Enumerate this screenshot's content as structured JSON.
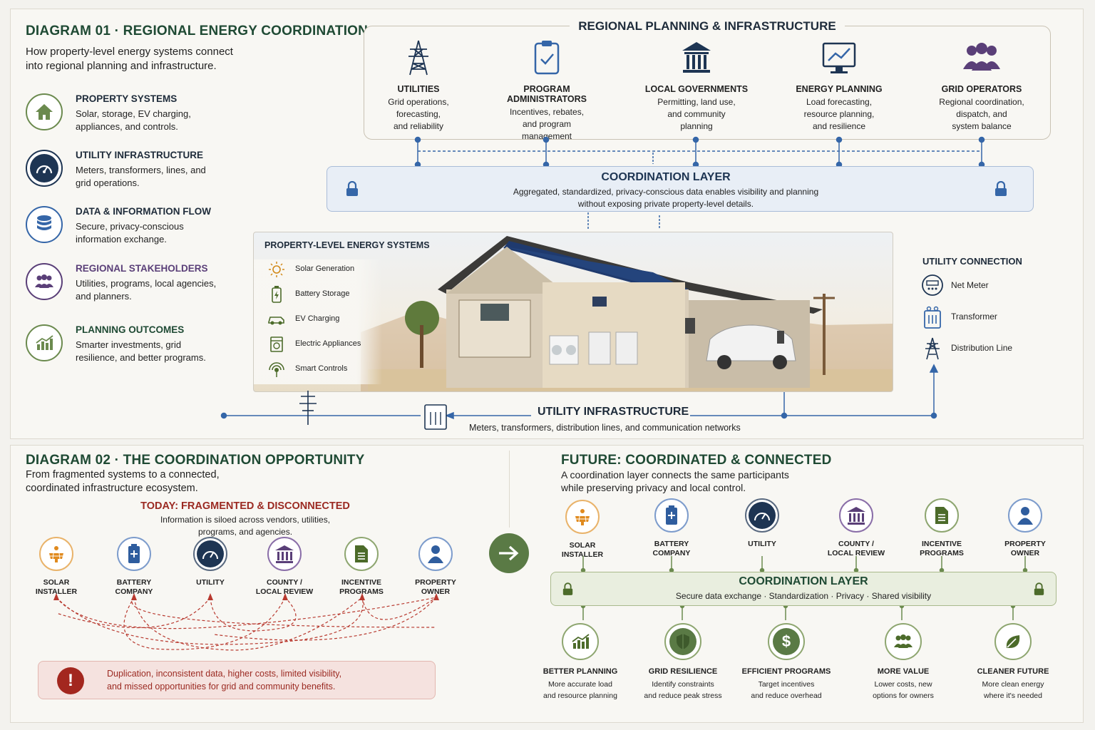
{
  "d1": {
    "title": "DIAGRAM 01 · REGIONAL ENERGY COORDINATION",
    "subtitle_1": "How property-level energy systems connect",
    "subtitle_2": "into regional planning and infrastructure."
  },
  "legend": [
    {
      "title": "PROPERTY SYSTEMS",
      "desc": "Solar, storage, EV charging, appliances, and controls.",
      "icon": "house-icon",
      "color": "#6b8a4e"
    },
    {
      "title": "UTILITY INFRASTRUCTURE",
      "desc": "Meters, transformers, lines, and grid operations.",
      "icon": "gauge-icon",
      "color": "#1e3553"
    },
    {
      "title": "DATA & INFORMATION FLOW",
      "desc": "Secure, privacy-conscious information exchange.",
      "icon": "database-icon",
      "color": "#3566a8"
    },
    {
      "title": "REGIONAL STAKEHOLDERS",
      "desc": "Utilities, programs, local agencies, and planners.",
      "icon": "people-icon",
      "color": "#5a3f78"
    },
    {
      "title": "PLANNING OUTCOMES",
      "desc": "Smarter investments, grid resilience, and better programs.",
      "icon": "chart-icon",
      "color": "#6b8a4e"
    }
  ],
  "regional": {
    "title": "REGIONAL PLANNING & INFRASTRUCTURE",
    "cols": [
      {
        "title": "UTILITIES",
        "desc": [
          "Grid operations,",
          "forecasting,",
          "and reliability"
        ],
        "icon": "tower-icon"
      },
      {
        "title": "PROGRAM ADMINISTRATORS",
        "desc": [
          "Incentives, rebates,",
          "and program",
          "management"
        ],
        "icon": "clipboard-icon"
      },
      {
        "title": "LOCAL GOVERNMENTS",
        "desc": [
          "Permitting, land use,",
          "and community",
          "planning"
        ],
        "icon": "government-icon"
      },
      {
        "title": "ENERGY PLANNING",
        "desc": [
          "Load forecasting,",
          "resource planning,",
          "and resilience"
        ],
        "icon": "monitor-chart-icon"
      },
      {
        "title": "GRID OPERATORS",
        "desc": [
          "Regional coordination,",
          "dispatch, and",
          "system balance"
        ],
        "icon": "group-icon"
      }
    ]
  },
  "coord1": {
    "title": "COORDINATION LAYER",
    "desc_1": "Aggregated, standardized, privacy-conscious data enables visibility and planning",
    "desc_2": "without exposing private property-level details."
  },
  "property": {
    "title": "PROPERTY-LEVEL ENERGY SYSTEMS",
    "items": [
      "Solar Generation",
      "Battery Storage",
      "EV Charging",
      "Electric Appliances",
      "Smart Controls"
    ]
  },
  "utility_conn": {
    "title": "UTILITY CONNECTION",
    "items": [
      "Net Meter",
      "Transformer",
      "Distribution Line"
    ]
  },
  "utility_infra": {
    "title": "UTILITY INFRASTRUCTURE",
    "desc": "Meters, transformers, distribution lines, and communication networks"
  },
  "d2": {
    "title": "DIAGRAM 02 · THE COORDINATION OPPORTUNITY",
    "subtitle_1": "From fragmented systems to a connected,",
    "subtitle_2": "coordinated infrastructure ecosystem."
  },
  "today": {
    "title": "TODAY: FRAGMENTED & DISCONNECTED",
    "desc_1": "Information is siloed across vendors, utilities,",
    "desc_2": "programs, and agencies.",
    "participants": [
      {
        "l1": "SOLAR",
        "l2": "INSTALLER"
      },
      {
        "l1": "BATTERY",
        "l2": "COMPANY"
      },
      {
        "l1": "UTILITY",
        "l2": ""
      },
      {
        "l1": "COUNTY /",
        "l2": "LOCAL REVIEW"
      },
      {
        "l1": "INCENTIVE",
        "l2": "PROGRAMS"
      },
      {
        "l1": "PROPERTY",
        "l2": "OWNER"
      }
    ],
    "warning_1": "Duplication, inconsistent data, higher costs, limited visibility,",
    "warning_2": "and missed opportunities for grid and community benefits."
  },
  "future": {
    "title": "FUTURE: COORDINATED & CONNECTED",
    "desc_1": "A coordination layer connects the same participants",
    "desc_2": "while preserving privacy and local control.",
    "layer_title": "COORDINATION LAYER",
    "layer_desc": "Secure data exchange · Standardization · Privacy · Shared visibility",
    "outcomes": [
      {
        "title": "BETTER PLANNING",
        "d1": "More accurate load",
        "d2": "and resource planning"
      },
      {
        "title": "GRID RESILIENCE",
        "d1": "Identify constraints",
        "d2": "and reduce peak stress"
      },
      {
        "title": "EFFICIENT PROGRAMS",
        "d1": "Target incentives",
        "d2": "and reduce overhead"
      },
      {
        "title": "MORE VALUE",
        "d1": "Lower costs, new",
        "d2": "options for owners"
      },
      {
        "title": "CLEANER FUTURE",
        "d1": "More clean energy",
        "d2": "where it's needed"
      }
    ]
  },
  "colors": {
    "green": "#1f4a34",
    "red": "#9b2a22",
    "navy": "#1e3553",
    "blue": "#3566a8",
    "purple": "#5a3f78",
    "olive": "#6b8a4e",
    "orange": "#e08a1e"
  }
}
